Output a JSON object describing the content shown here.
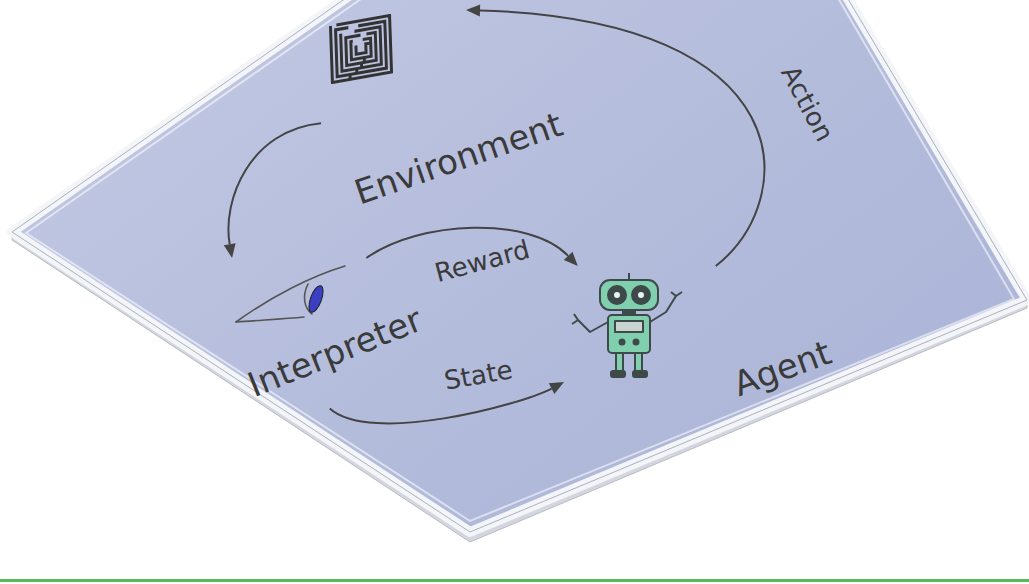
{
  "diagram": {
    "nodes": [
      {
        "text": [
          "Environment"
        ]
      },
      {
        "text": [
          "Interpreter"
        ]
      },
      {
        "text": [
          "Agent"
        ]
      }
    ],
    "edges": [
      {
        "from": 0,
        "to": 1,
        "arrow": "to"
      },
      {
        "from": 1,
        "to": 2,
        "label": "Reward",
        "arrow": "to"
      },
      {
        "from": 1,
        "to": 2,
        "label": "State",
        "arrow": "to"
      },
      {
        "from": 2,
        "to": 0,
        "label": "Action",
        "arrow": "to"
      }
    ]
  }
}
